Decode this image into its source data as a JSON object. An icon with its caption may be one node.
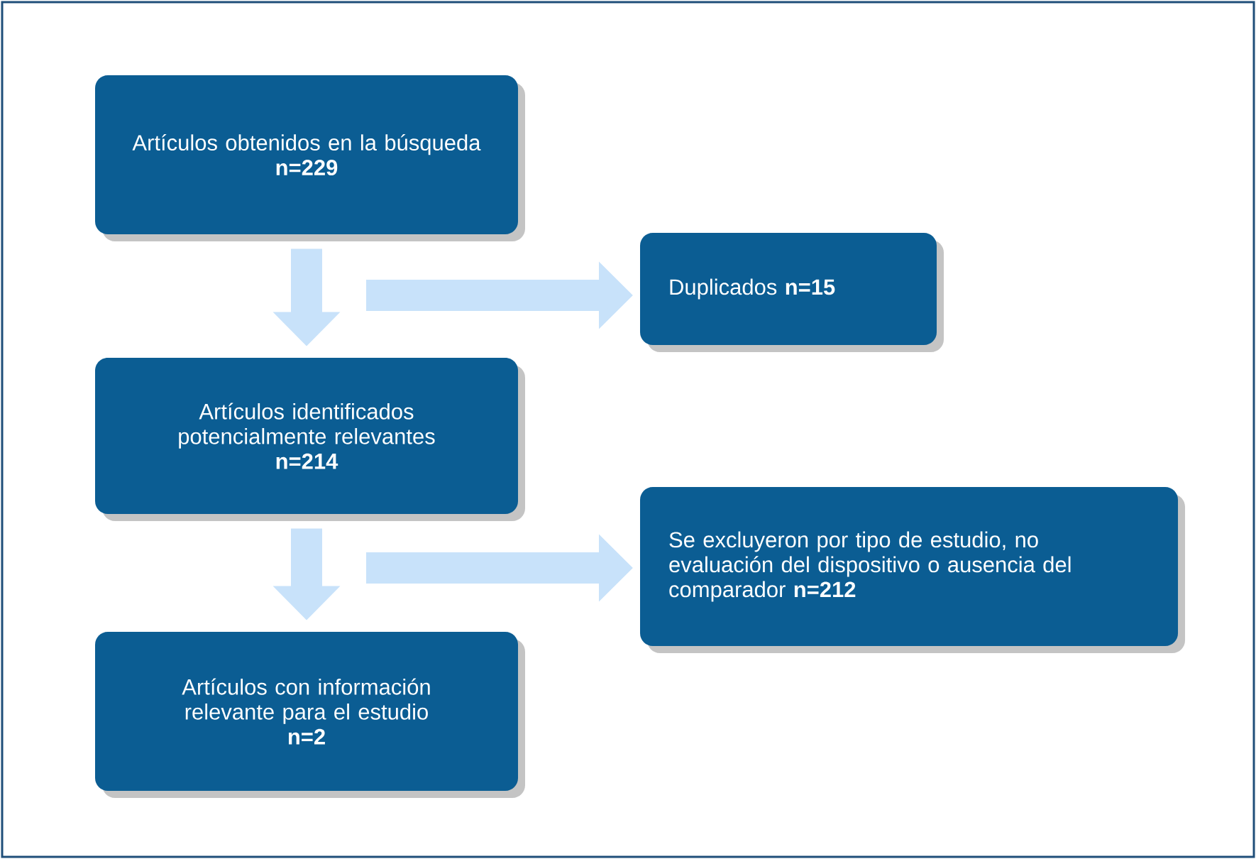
{
  "diagram": {
    "nodes": [
      {
        "text": [
          "Artículos obtenidos en la búsqueda",
          "n=229"
        ]
      },
      {
        "text": [
          "Duplicados **n=15**"
        ]
      },
      {
        "text": [
          "Artículos identificados potencialmente relevantes",
          "n=214"
        ]
      },
      {
        "text": [
          "Se excluyeron por tipo de estudio, no evaluación del dispositivo o ausencia del comparador **n=212**"
        ]
      },
      {
        "text": [
          "Artículos con información relevante para el estudio",
          "n=2"
        ]
      }
    ],
    "edges": [
      {
        "from": 0,
        "to": 2,
        "arrow": "to"
      },
      {
        "from": null,
        "to": 1,
        "arrow": "to"
      },
      {
        "from": 2,
        "to": 4,
        "arrow": "to"
      },
      {
        "from": null,
        "to": 3,
        "arrow": "to"
      }
    ]
  }
}
